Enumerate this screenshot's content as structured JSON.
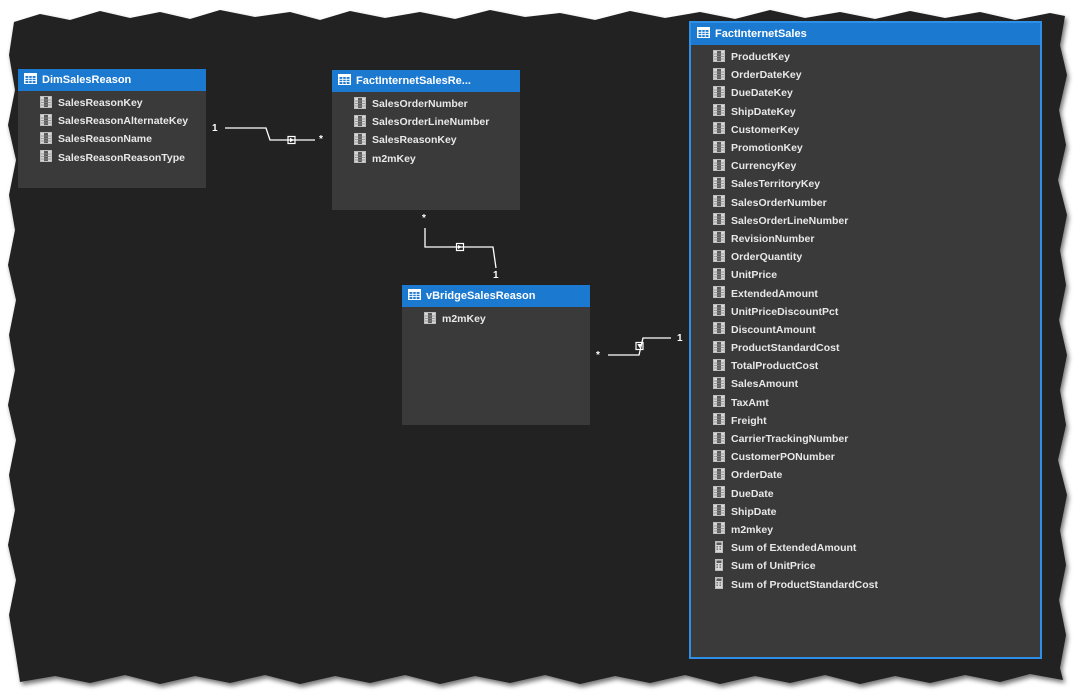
{
  "tables": {
    "dim_sales_reason": {
      "title": "DimSalesReason",
      "columns": [
        "SalesReasonKey",
        "SalesReasonAlternateKey",
        "SalesReasonName",
        "SalesReasonReasonType"
      ]
    },
    "fact_internet_sales_reason": {
      "title": "FactInternetSalesRe...",
      "columns": [
        "SalesOrderNumber",
        "SalesOrderLineNumber",
        "SalesReasonKey",
        "m2mKey"
      ]
    },
    "vbridge_sales_reason": {
      "title": "vBridgeSalesReason",
      "columns": [
        "m2mKey"
      ]
    },
    "fact_internet_sales": {
      "title": "FactInternetSales",
      "columns": [
        "ProductKey",
        "OrderDateKey",
        "DueDateKey",
        "ShipDateKey",
        "CustomerKey",
        "PromotionKey",
        "CurrencyKey",
        "SalesTerritoryKey",
        "SalesOrderNumber",
        "SalesOrderLineNumber",
        "RevisionNumber",
        "OrderQuantity",
        "UnitPrice",
        "ExtendedAmount",
        "UnitPriceDiscountPct",
        "DiscountAmount",
        "ProductStandardCost",
        "TotalProductCost",
        "SalesAmount",
        "TaxAmt",
        "Freight",
        "CarrierTrackingNumber",
        "CustomerPONumber",
        "OrderDate",
        "DueDate",
        "ShipDate",
        "m2mkey"
      ],
      "measures": [
        "Sum of ExtendedAmount",
        "Sum of UnitPrice",
        "Sum of ProductStandardCost"
      ]
    }
  },
  "relationships": {
    "r1": {
      "from_card": "1",
      "to_card": "*"
    },
    "r2": {
      "from_card": "*",
      "to_card": "1"
    },
    "r3": {
      "from_card": "*",
      "to_card": "1"
    }
  },
  "colors": {
    "canvas": "#212121",
    "table_body": "#3a3a3a",
    "table_header": "#1c79d0",
    "selected_border": "#2d8fe6",
    "text": "#e8e8e8",
    "line": "#ffffff"
  },
  "icons": {
    "table": "table-grid-icon",
    "column": "column-icon",
    "measure": "measure-calculator-icon"
  }
}
